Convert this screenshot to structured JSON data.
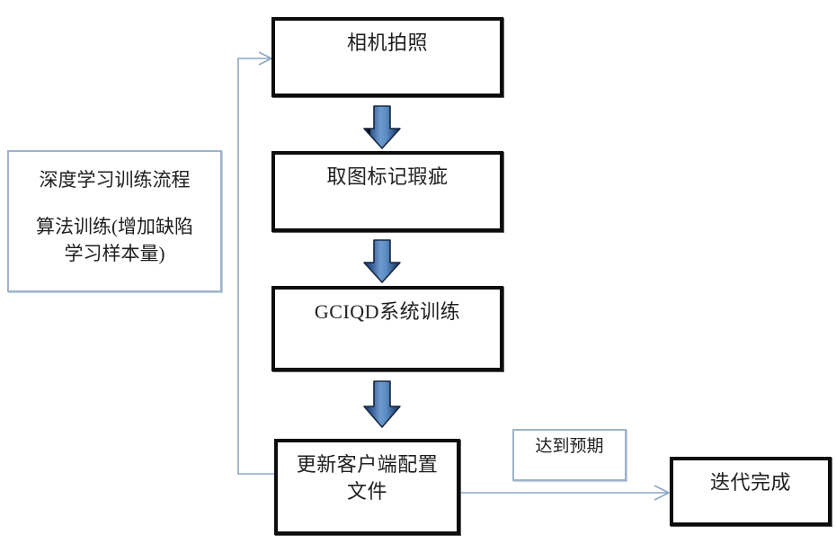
{
  "diagram": {
    "title": "深度学习训练流程",
    "info_panel": {
      "heading": "深度学习训练流程",
      "body": "算法训练(增加缺陷\n学习样本量)"
    },
    "process_steps": [
      {
        "id": "step-camera",
        "label": "相机拍照"
      },
      {
        "id": "step-mark",
        "label": "取图标记瑕疵"
      },
      {
        "id": "step-train",
        "label": "GCIQD系统训练"
      },
      {
        "id": "step-update",
        "label": "更新客户端配置\n文件"
      }
    ],
    "terminal": {
      "id": "node-done",
      "label": "迭代完成"
    },
    "edge_label": {
      "id": "label-expected",
      "label": "达到预期"
    },
    "connector_names": {
      "arrow1": "block-arrow-camera-to-mark",
      "arrow2": "block-arrow-mark-to-train",
      "arrow3": "block-arrow-train-to-update",
      "feedback": "feedback-loop-update-to-camera",
      "forward": "arrow-update-to-done"
    },
    "colors": {
      "box_border": "#0d0d0d",
      "panel_border": "#9eb3cc",
      "connector": "#8ba6c6",
      "arrow_fill_light": "#5b8cc4",
      "arrow_fill_dark": "#1f3a63",
      "text": "#202020",
      "background": "#ffffff"
    }
  }
}
